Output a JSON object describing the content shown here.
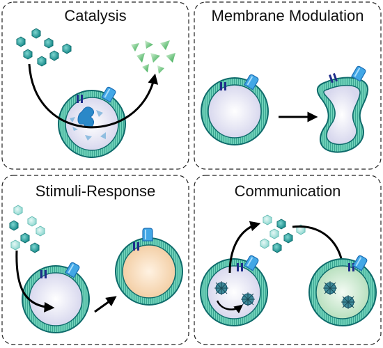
{
  "panels": [
    {
      "id": "catalysis",
      "title": "Catalysis"
    },
    {
      "id": "membrane-modulation",
      "title": "Membrane Modulation"
    },
    {
      "id": "stimuli-response",
      "title": "Stimuli-Response"
    },
    {
      "id": "communication",
      "title": "Communication"
    }
  ],
  "colors": {
    "membrane_outer": "#0e6b6b",
    "membrane_fill": "#6ed0b8",
    "membrane_stripe": "#2f9e8d",
    "lumen": "#e3e3f3",
    "lumen_stimulated": "#f6dcc0",
    "lumen_communicated": "#d6ecd8",
    "channel": "#42a7e6",
    "channel_dark": "#1d6fb5",
    "receptor": "#1f2d8a",
    "molecule_dark": "#1f9a9a",
    "molecule_light": "#a6e3dd",
    "product": "#44b05a",
    "enzyme": "#2a88c8",
    "arrow": "#000000",
    "panel_border": "#222222"
  },
  "icons": [
    "hexagon-molecule-icon",
    "triangle-product-icon",
    "vesicle-icon",
    "membrane-channel-icon",
    "receptor-icon",
    "enzyme-icon",
    "cargo-particle-icon",
    "arrow-icon"
  ]
}
